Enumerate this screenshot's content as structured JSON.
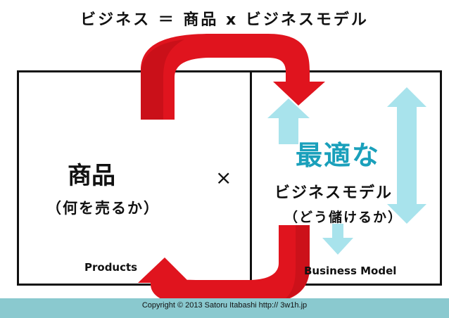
{
  "title": "ビジネス ＝ 商品 x ビジネスモデル",
  "left_panel": {
    "heading": "商品",
    "subheading": "（何を売るか）",
    "english": "Products"
  },
  "operator": "×",
  "right_panel": {
    "accent": "最適な",
    "heading": "ビジネスモデル",
    "subheading": "（どう儲けるか）",
    "english": "Business Model"
  },
  "footer": {
    "copyright": "Copyright  © 2013 Satoru Itabashi      http:// 3w1h.jp"
  },
  "colors": {
    "arrow_red": "#e0141e",
    "arrow_light_blue": "#a8e3ec",
    "accent_blue": "#1aa0bb",
    "footer_bar": "#8ac9cf"
  },
  "icons": [
    "red-cycle-arrow-top",
    "red-cycle-arrow-bottom",
    "blue-double-arrow-icon"
  ]
}
